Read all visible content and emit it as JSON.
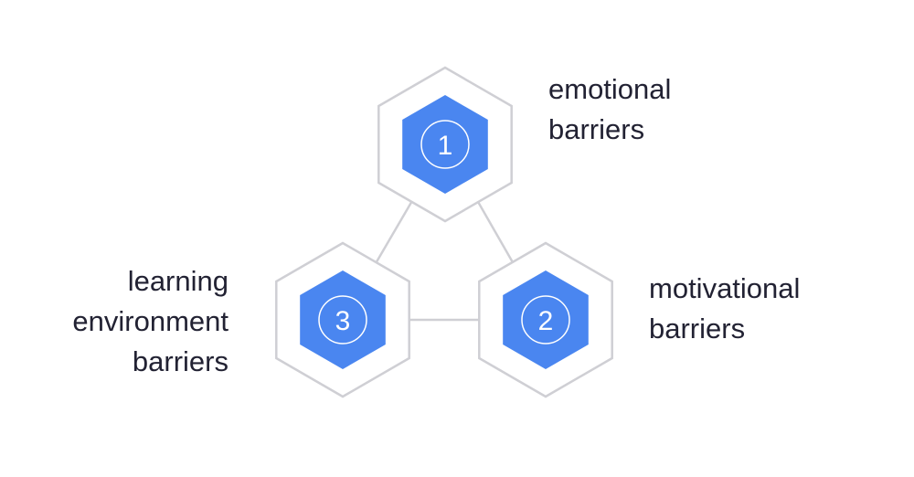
{
  "colors": {
    "outer_stroke": "#cfcfd4",
    "inner_fill": "#4a86f0",
    "number_color": "#ffffff",
    "connector": "#cfcfd4",
    "text": "#222233"
  },
  "nodes": [
    {
      "number": "1",
      "label_lines": [
        "emotional",
        "barriers"
      ]
    },
    {
      "number": "2",
      "label_lines": [
        "motivational",
        "barriers"
      ]
    },
    {
      "number": "3",
      "label_lines": [
        "learning",
        "environment",
        "barriers"
      ]
    }
  ],
  "connections": [
    {
      "from": "1",
      "to": "3"
    },
    {
      "from": "1",
      "to": "2"
    },
    {
      "from": "3",
      "to": "2"
    }
  ]
}
